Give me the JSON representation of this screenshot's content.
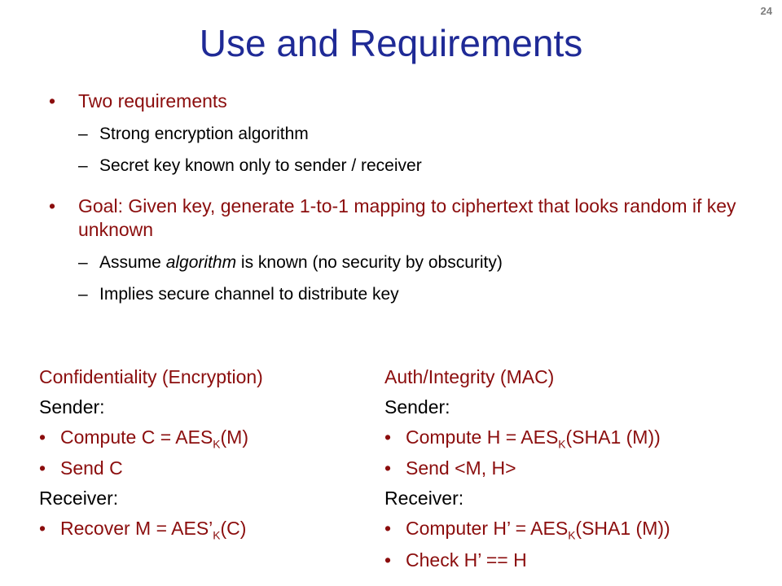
{
  "slide_number": "24",
  "title": "Use and Requirements",
  "bullets": [
    {
      "text": "Two requirements",
      "subs": [
        "Strong encryption algorithm",
        "Secret key known only to sender / receiver"
      ]
    },
    {
      "text": "Goal:  Given key, generate 1-to-1 mapping to ciphertext that looks random if key unknown",
      "subs": [
        {
          "pre": "Assume ",
          "em": "algorithm",
          "post": " is known (no security by obscurity)"
        },
        "Implies secure channel to distribute key"
      ]
    }
  ],
  "left": {
    "heading": "Confidentiality (Encryption)",
    "sender_label": "Sender:",
    "sender_items": [
      {
        "pre": "Compute C = AES",
        "sub": "K",
        "post": "(M)"
      },
      {
        "pre": "Send C",
        "sub": "",
        "post": ""
      }
    ],
    "receiver_label": "Receiver:",
    "receiver_items": [
      {
        "pre": "Recover M = AES’",
        "sub": "K",
        "post": "(C)"
      }
    ]
  },
  "right": {
    "heading": "Auth/Integrity (MAC)",
    "sender_label": "Sender:",
    "sender_items": [
      {
        "pre": "Compute H = AES",
        "sub": "K",
        "post": "(SHA1 (M))"
      },
      {
        "pre": "Send <M, H>",
        "sub": "",
        "post": ""
      }
    ],
    "receiver_label": "Receiver:",
    "receiver_items": [
      {
        "pre": "Computer H’ = AES",
        "sub": "K",
        "post": "(SHA1 (M))"
      },
      {
        "pre": "Check H’ == H",
        "sub": "",
        "post": ""
      }
    ]
  }
}
